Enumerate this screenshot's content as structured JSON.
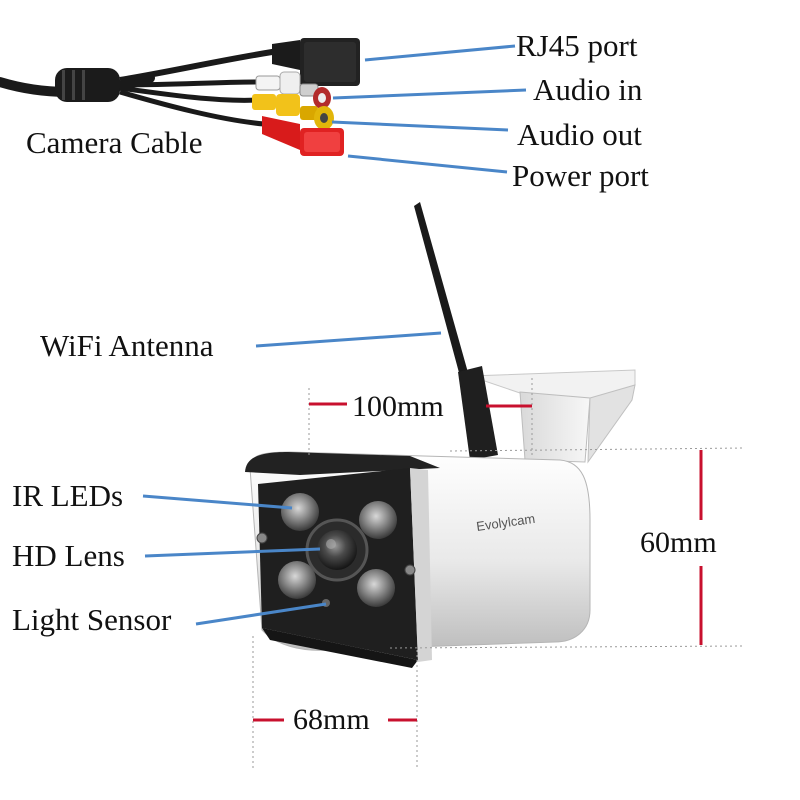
{
  "labels": {
    "camera_cable": "Camera Cable",
    "rj45_port": "RJ45 port",
    "audio_in": "Audio in",
    "audio_out": "Audio out",
    "power_port": "Power port",
    "wifi_antenna": "WiFi Antenna",
    "ir_leds": "IR LEDs",
    "hd_lens": "HD Lens",
    "light_sensor": "Light Sensor"
  },
  "dimensions": {
    "length": "100mm",
    "height": "60mm",
    "width": "68mm"
  },
  "brand": "Evolylcam",
  "colors": {
    "leader_line": "#4a86c8",
    "dimension_line": "#c8102e",
    "camera_body": "#eeeeee",
    "camera_front": "#2a2a2a",
    "rca_yellow": "#f2c21a",
    "rca_red": "#d81b1b",
    "rca_white": "#f4f4f4"
  }
}
